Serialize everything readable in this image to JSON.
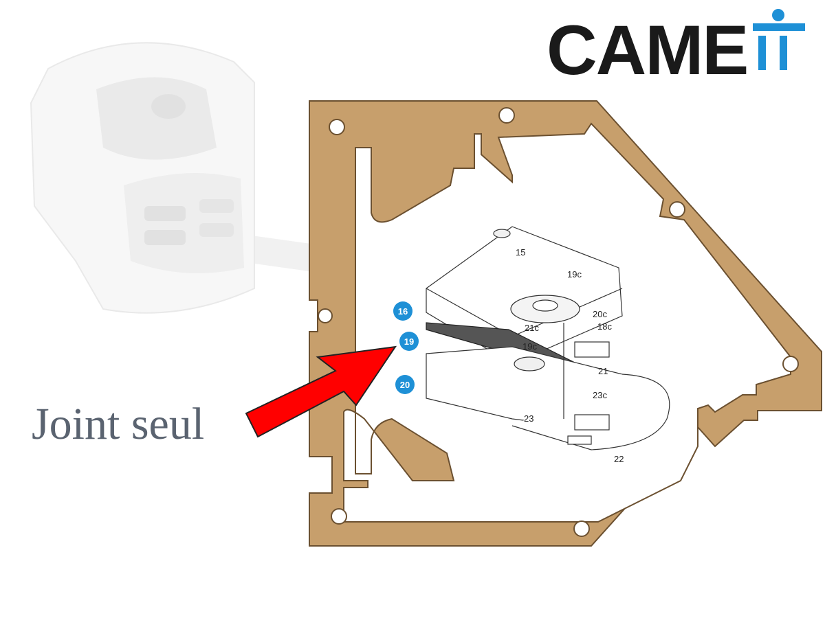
{
  "brand": {
    "name": "CAME",
    "color": "#1a1a1a",
    "logo_icon": "came-t-logo-icon",
    "logo_color": "#1e90d6"
  },
  "caption": {
    "text": "Joint seul",
    "color": "#5a6370"
  },
  "arrow": {
    "color": "#ff0000"
  },
  "gasket": {
    "color": "#c79f6c",
    "outline": "#6b5030"
  },
  "callouts": [
    {
      "text": "16"
    },
    {
      "text": "19"
    },
    {
      "text": "20"
    }
  ],
  "callout_color": "#1e90d6",
  "part_labels": [
    {
      "text": "15"
    },
    {
      "text": "19c"
    },
    {
      "text": "20c"
    },
    {
      "text": "18c"
    },
    {
      "text": "21c"
    },
    {
      "text": "19c"
    },
    {
      "text": "21"
    },
    {
      "text": "23c"
    },
    {
      "text": "23"
    },
    {
      "text": "22"
    }
  ]
}
